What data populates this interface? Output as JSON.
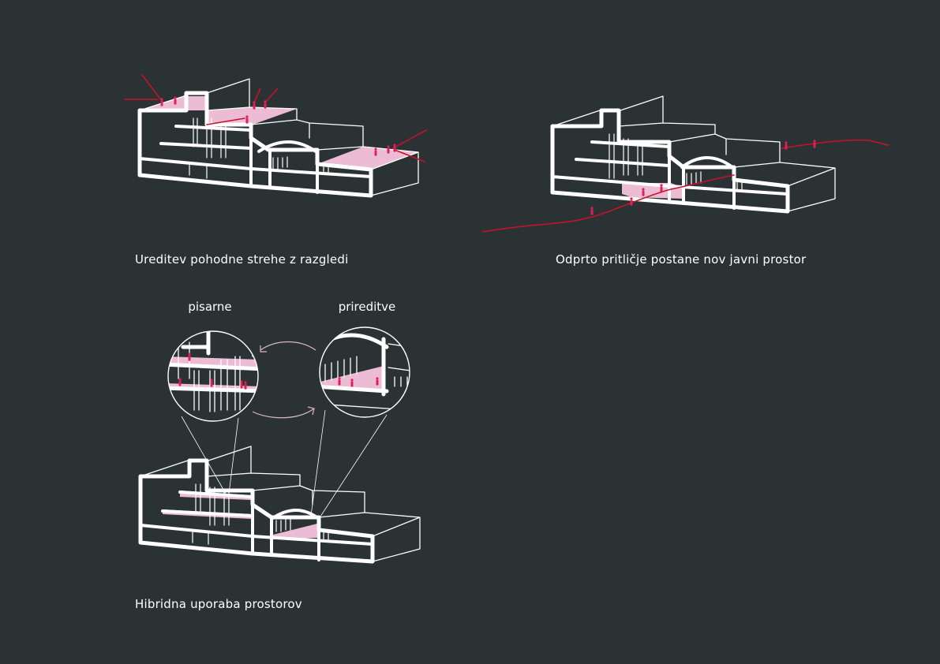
{
  "diagrams": [
    {
      "caption": "Ureditev pohodne strehe z razgledi"
    },
    {
      "caption": "Odprto pritličje postane nov javni prostor"
    },
    {
      "caption": "Hibridna uporaba prostorov"
    }
  ],
  "zoom_labels": {
    "left": "pisarne",
    "right": "prireditve"
  },
  "colors": {
    "background": "#2b3233",
    "lines": "#ffffff",
    "highlight": "#f6c4dc",
    "path": "#c4122c",
    "person": "#e01f5a"
  }
}
